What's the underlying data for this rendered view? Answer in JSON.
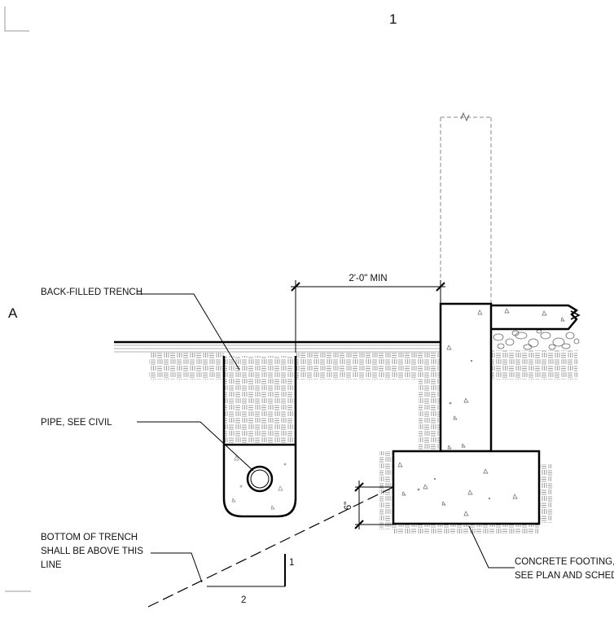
{
  "grid": {
    "column_bubble": "1",
    "row_bubble": "A"
  },
  "dimensions": {
    "min_clearance": "2'-0\" MIN",
    "offset": "6\""
  },
  "slope": {
    "rise": "1",
    "run": "2"
  },
  "callouts": {
    "backfilled_trench": "BACK-FILLED TRENCH",
    "pipe": "PIPE, SEE CIVIL",
    "trench_bottom": [
      "BOTTOM OF TRENCH",
      "SHALL BE ABOVE THIS",
      "LINE"
    ],
    "footing": [
      "CONCRETE FOOTING,",
      "SEE PLAN AND SCHED"
    ]
  }
}
